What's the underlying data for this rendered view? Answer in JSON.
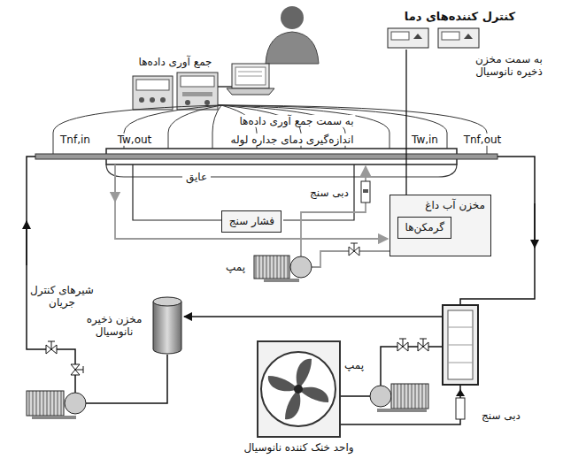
{
  "diagram": {
    "nodes": [
      {
        "text": [
          "جمع آوری داده‌ها"
        ]
      },
      {
        "text": [
          "کنترل کننده‌های دما"
        ]
      },
      {
        "text": [
          "فشار سنج"
        ]
      },
      {
        "text": [
          "مخزن آب داغ"
        ]
      },
      {
        "text": [
          "گرمکن‌ها"
        ],
        "in": 3
      },
      {
        "text": [
          "مخزن ذخیره نانوسیال"
        ]
      },
      {
        "text": [
          "واحد خنک کننده نانوسیال"
        ]
      }
    ],
    "edges": [
      {
        "from": 1,
        "to": 4,
        "arrow": "none"
      }
    ],
    "labels": [
      "به سمت جمع آوری داده‌ها",
      "Tnf,in",
      "Tw,out",
      "اندازه‌گیری دمای جداره لوله",
      "Tw,in",
      "Tnf,out",
      "به سمت مخزن ذخیره نانوسیال",
      "عایق",
      "دبی سنج",
      "پمپ",
      "شیرهای کنترل جریان",
      "پمپ",
      "دبی سنج"
    ]
  }
}
